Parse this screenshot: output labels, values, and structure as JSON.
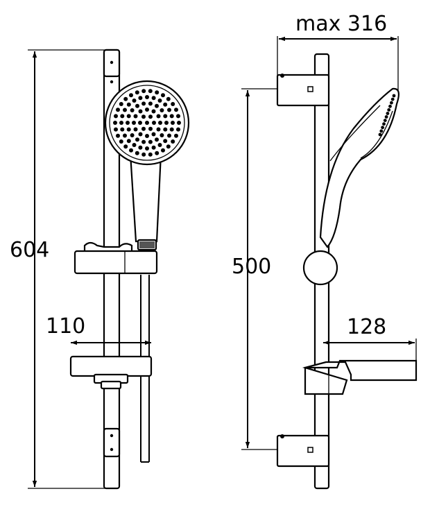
{
  "dimensions": {
    "total_height": "604",
    "rail_spacing": "500",
    "soap_dish_depth": "110",
    "soap_dish_projection": "128",
    "max_projection": "max 316"
  }
}
